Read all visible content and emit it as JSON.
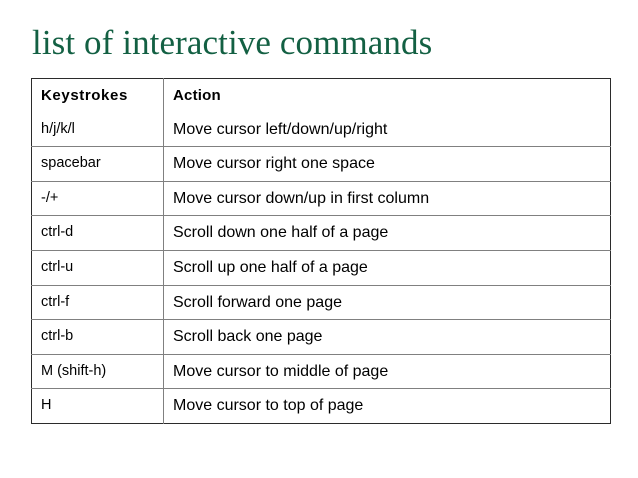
{
  "slide": {
    "title": "list of interactive commands",
    "title_color": "#136043",
    "background_color": "#ffffff",
    "border_color": "#2b2b2b",
    "grid_color": "#808080"
  },
  "table": {
    "headers": {
      "keystrokes": "Keystrokes",
      "action": "Action"
    },
    "rows": [
      {
        "keystrokes": "h/j/k/l",
        "action": "Move cursor left/down/up/right"
      },
      {
        "keystrokes": "spacebar",
        "action": "Move cursor right one space"
      },
      {
        "keystrokes": "-/+",
        "action": "Move cursor down/up in first column"
      },
      {
        "keystrokes": "ctrl-d",
        "action": "Scroll down one half of a page"
      },
      {
        "keystrokes": "ctrl-u",
        "action": "Scroll up one half of a page"
      },
      {
        "keystrokes": "ctrl-f",
        "action": "Scroll forward one page"
      },
      {
        "keystrokes": "ctrl-b",
        "action": "Scroll back one page"
      },
      {
        "keystrokes": "M (shift-h)",
        "action": "Move cursor to middle of page"
      },
      {
        "keystrokes": "H",
        "action": "Move cursor to top of page"
      }
    ]
  }
}
